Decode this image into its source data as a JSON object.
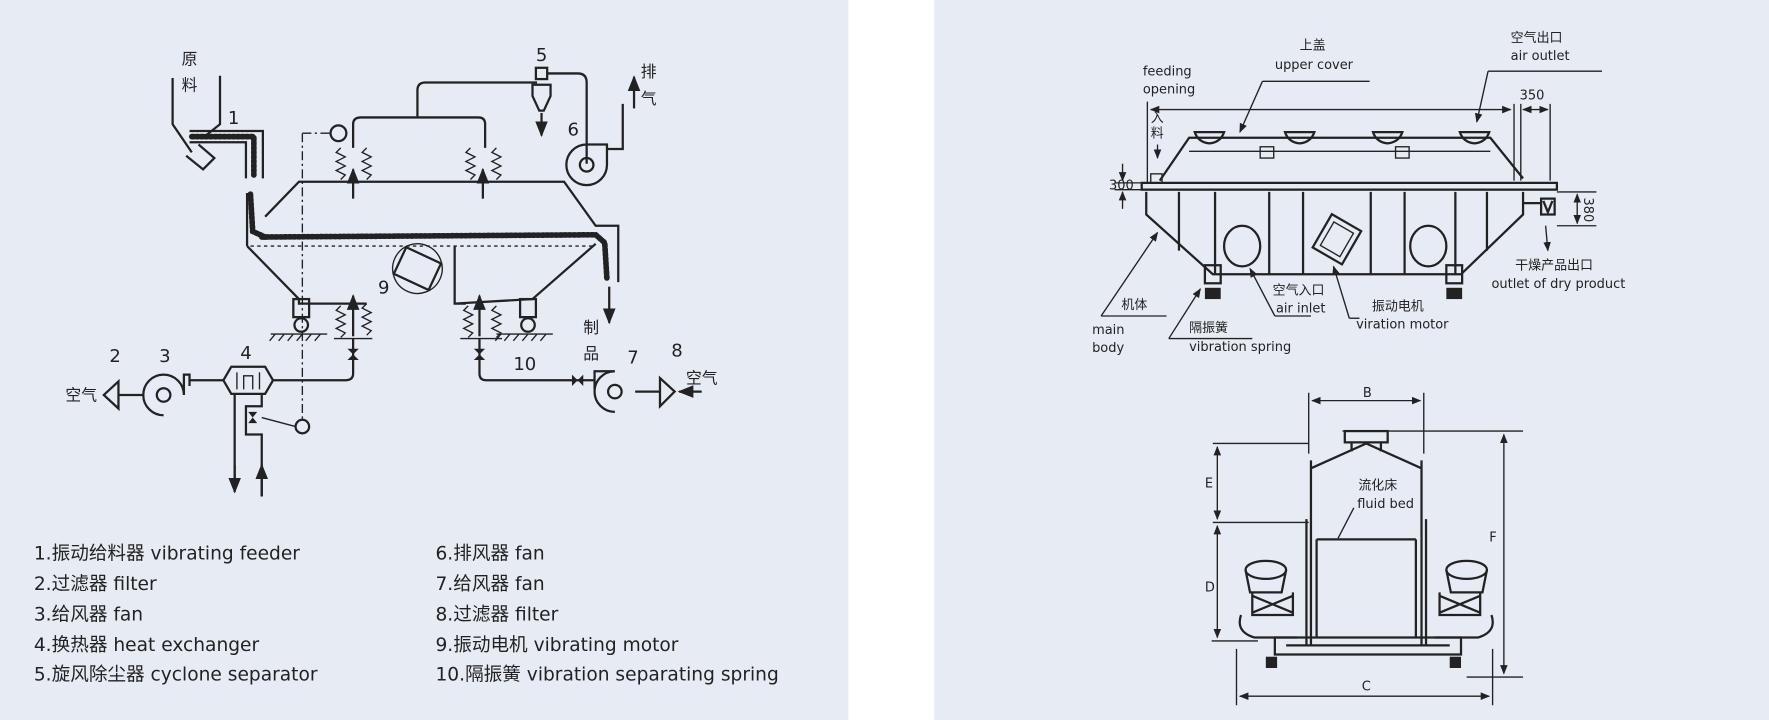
{
  "flow_diagram": {
    "labels": {
      "raw_1": "原",
      "raw_2": "料",
      "exhaust_1": "排",
      "exhaust_2": "气",
      "product_1": "制",
      "product_2": "品",
      "air_left": "空气",
      "air_right": "空气",
      "n1": "1",
      "n2": "2",
      "n3": "3",
      "n4": "4",
      "n5": "5",
      "n6": "6",
      "n7": "7",
      "n8": "8",
      "n9": "9",
      "n10": "10"
    },
    "legend": [
      "1.振动给料器  vibrating feeder",
      "2.过滤器  filter",
      "3.给风器  fan",
      "4.换热器  heat exchanger",
      "5.旋风除尘器  cyclone separator",
      "6.排风器  fan",
      "7.给风器  fan",
      "8.过滤器  filter",
      "9.振动电机  vibrating motor",
      "10.隔振簧  vibration separating spring"
    ]
  },
  "side_view": {
    "upper_cover_cn": "上盖",
    "upper_cover_en": "upper cover",
    "air_outlet_cn": "空气出口",
    "air_outlet_en": "air outlet",
    "feeding_1": "feeding",
    "feeding_2": "opening",
    "feed_cn_1": "入",
    "feed_cn_2": "料",
    "dim_350": "350",
    "dim_300": "300",
    "dim_380": "380",
    "dry_outlet_cn": "干燥产品出口",
    "dry_outlet_en": "outlet of dry product",
    "air_inlet_cn": "空气入口",
    "air_inlet_en": "air inlet",
    "motor_cn": "振动电机",
    "motor_en": "viration motor",
    "body_cn": "机体",
    "body_en_1": "main",
    "body_en_2": "body",
    "spring_cn": "隔振簧",
    "spring_en": "vibration spring"
  },
  "end_view": {
    "B": "B",
    "C": "C",
    "D": "D",
    "E": "E",
    "F": "F",
    "fluid_bed_cn": "流化床",
    "fluid_bed_en": "fluid bed"
  },
  "colors": {
    "panel": "#e7ebf4",
    "line": "#222222"
  }
}
